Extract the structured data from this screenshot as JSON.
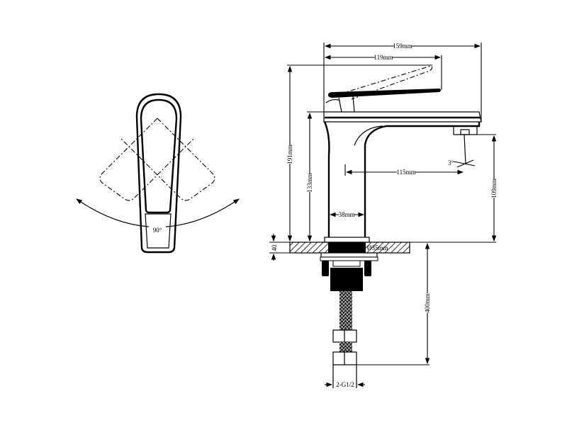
{
  "drawing": {
    "top_view": {
      "rotation_angle": "90°"
    },
    "side_view": {
      "overall_length": "159mm",
      "handle_length": "119mm",
      "overall_height": "191mm",
      "body_height": "133mm",
      "spout_reach": "115mm",
      "spout_angle": "3°",
      "spout_height": "109mm",
      "body_width": "38mm",
      "hole_diameter": "Ø35mm",
      "counter_thickness": "40",
      "hose_length": "400mm",
      "connection": "2-G1/2"
    }
  }
}
